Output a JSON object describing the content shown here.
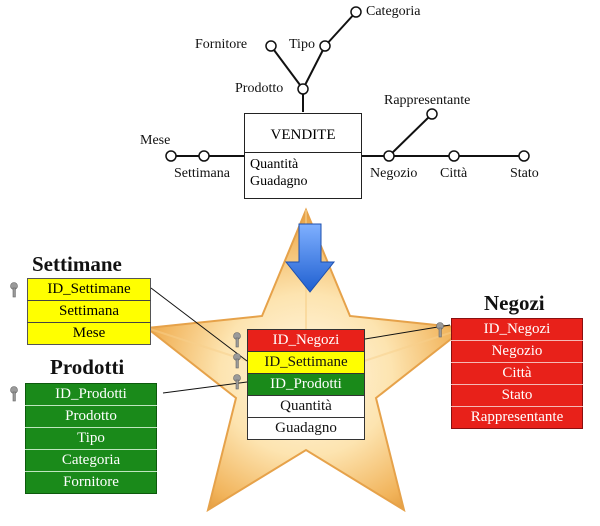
{
  "colors": {
    "yellow": "#ffff00",
    "green": "#1a8a1a",
    "red": "#e8211a",
    "arrow": "#2f6fd6"
  },
  "dfm": {
    "fact_name": "VENDITE",
    "measures": [
      "Quantità",
      "Guadagno"
    ],
    "attributes": {
      "categoria": "Categoria",
      "fornitore": "Fornitore",
      "tipo": "Tipo",
      "prodotto": "Prodotto",
      "mese": "Mese",
      "settimana": "Settimana",
      "rappresentante": "Rappresentante",
      "negozio": "Negozio",
      "citta": "Città",
      "stato": "Stato"
    }
  },
  "schema": {
    "settimane": {
      "title": "Settimane",
      "rows": [
        "ID_Settimane",
        "Settimana",
        "Mese"
      ]
    },
    "prodotti": {
      "title": "Prodotti",
      "rows": [
        "ID_Prodotti",
        "Prodotto",
        "Tipo",
        "Categoria",
        "Fornitore"
      ]
    },
    "negozi": {
      "title": "Negozi",
      "rows": [
        "ID_Negozi",
        "Negozio",
        "Città",
        "Stato",
        "Rappresentante"
      ]
    },
    "fact_table": {
      "rows": [
        "ID_Negozi",
        "ID_Settimane",
        "ID_Prodotti",
        "Quantità",
        "Guadagno"
      ]
    }
  }
}
